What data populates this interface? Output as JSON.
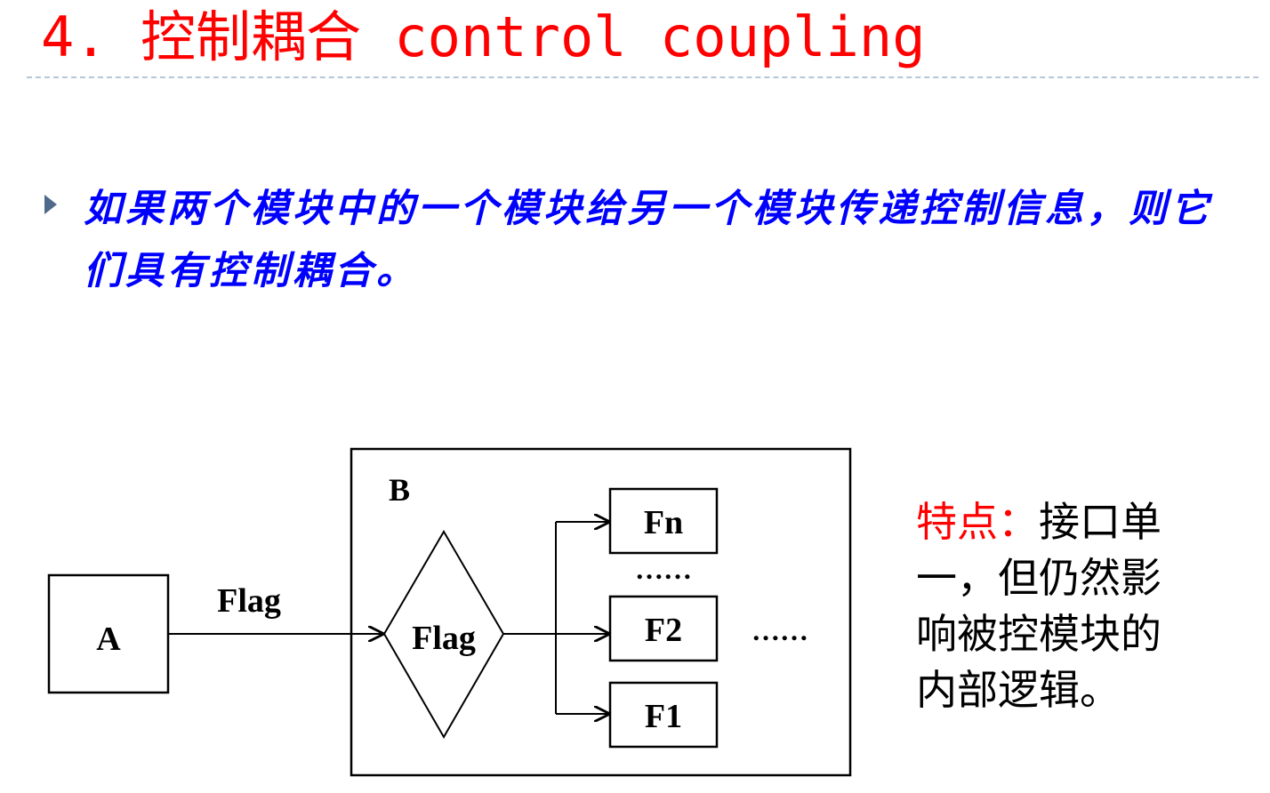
{
  "title": "4. 控制耦合 control coupling",
  "bullet": {
    "text": "如果两个模块中的一个模块给另一个模块传递控制信息，则它们具有控制耦合。"
  },
  "diagram": {
    "module_a": "A",
    "module_b": "B",
    "arrow_label": "Flag",
    "decision_label": "Flag",
    "function_top": "Fn",
    "function_middle": "F2",
    "function_bottom": "F1",
    "ellipsis_vertical": "……",
    "ellipsis_right": "……"
  },
  "feature": {
    "label": "特点：",
    "text": "接口单一，但仍然影响被控模块的内部逻辑。"
  },
  "colors": {
    "title": "#ff0000",
    "bullet_text": "#0000ff",
    "feature_label": "#ff0000",
    "rule": "#b7c6d6"
  }
}
